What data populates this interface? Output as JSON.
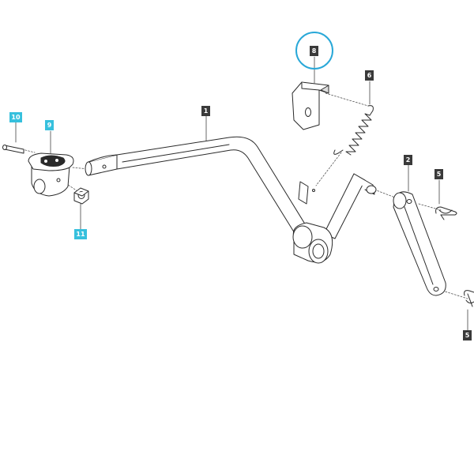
{
  "diagram": {
    "callouts": [
      {
        "id": "c1",
        "label": "1",
        "style": "dark"
      },
      {
        "id": "c2",
        "label": "2",
        "style": "dark"
      },
      {
        "id": "c5a",
        "label": "5",
        "style": "dark"
      },
      {
        "id": "c5b",
        "label": "5",
        "style": "dark"
      },
      {
        "id": "c6",
        "label": "6",
        "style": "dark"
      },
      {
        "id": "c8",
        "label": "8",
        "style": "dark"
      },
      {
        "id": "c9",
        "label": "9",
        "style": "cyan"
      },
      {
        "id": "c10",
        "label": "10",
        "style": "cyan"
      },
      {
        "id": "c11",
        "label": "11",
        "style": "cyan"
      }
    ],
    "highlighted_part": "8",
    "colors": {
      "callout_dark": "#3a3a3a",
      "callout_cyan": "#36c0dd",
      "highlight_ring": "#29a8d8",
      "line": "#2a2a2a"
    }
  }
}
